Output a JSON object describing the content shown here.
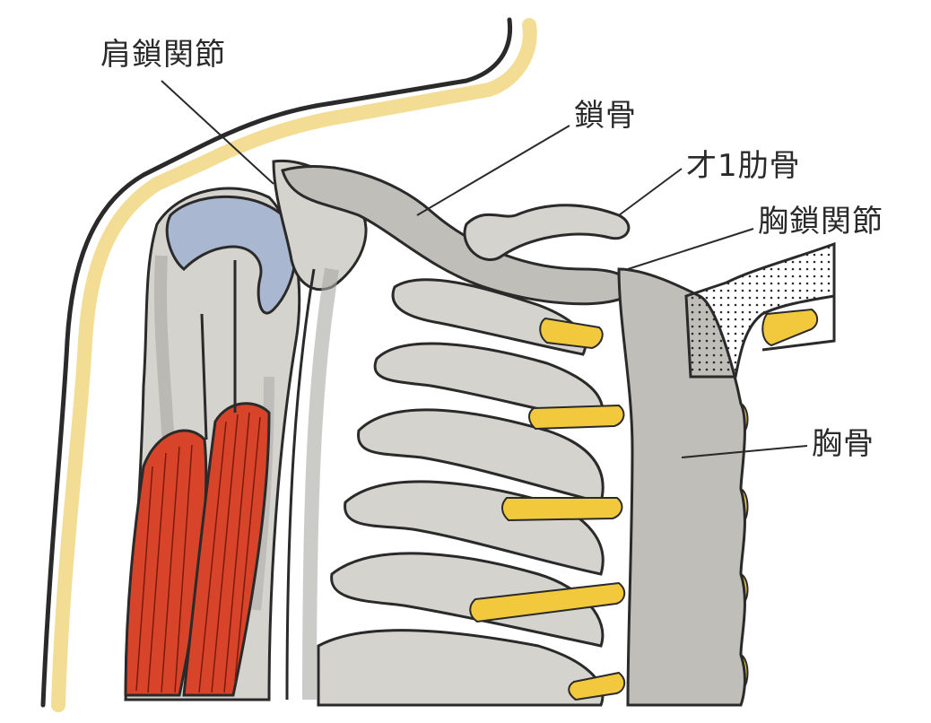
{
  "labels": {
    "acromioclavicular_joint": "肩鎖関節",
    "clavicle": "鎖骨",
    "first_rib": "才1肋骨",
    "sternoclavicular_joint": "胸鎖関節",
    "sternum": "胸骨"
  },
  "colors": {
    "bone": "#c9c8c3",
    "bone_shadow": "#a9a8a3",
    "cartilage": "#f2c93c",
    "joint_surface": "#a9b7d1",
    "muscle": "#d8442a",
    "skin_outline": "#f2d98a",
    "ink": "#2a2a2a"
  }
}
